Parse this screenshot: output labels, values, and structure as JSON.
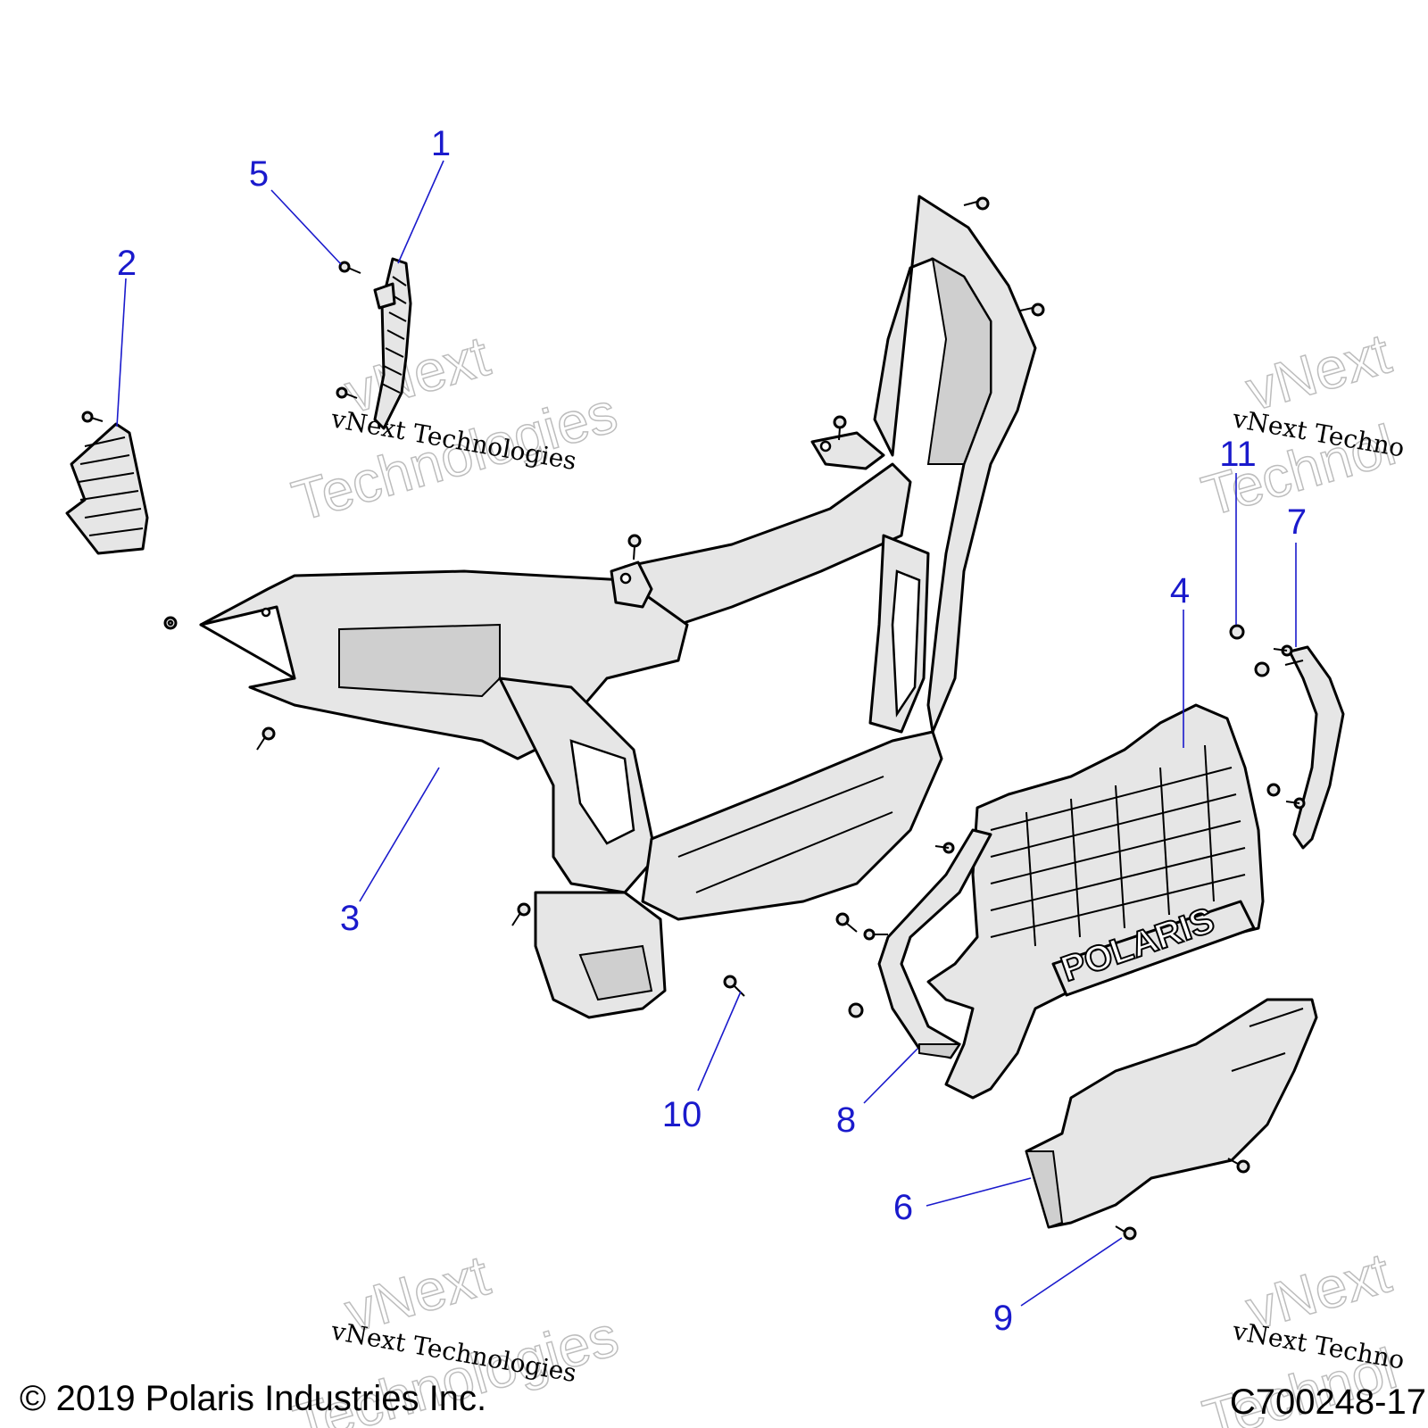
{
  "callouts": {
    "c1": "1",
    "c2": "2",
    "c3": "3",
    "c4": "4",
    "c5": "5",
    "c6": "6",
    "c7": "7",
    "c8": "8",
    "c9": "9",
    "c10": "10",
    "c11": "11"
  },
  "grille_logo": "POLARIS",
  "watermark": {
    "brand": "vNext",
    "word": "Technologies",
    "caption": "vNext Technologies",
    "edge_brand": "vNext",
    "edge_word": "Technol",
    "edge_caption": "vNext Techno"
  },
  "footer": {
    "copyright": "© 2019 Polaris Industries Inc.",
    "drawing_number": "C700248-17"
  },
  "colors": {
    "callout": "#1a1acc",
    "part_fill": "#e6e6e6",
    "outline": "#000000"
  }
}
